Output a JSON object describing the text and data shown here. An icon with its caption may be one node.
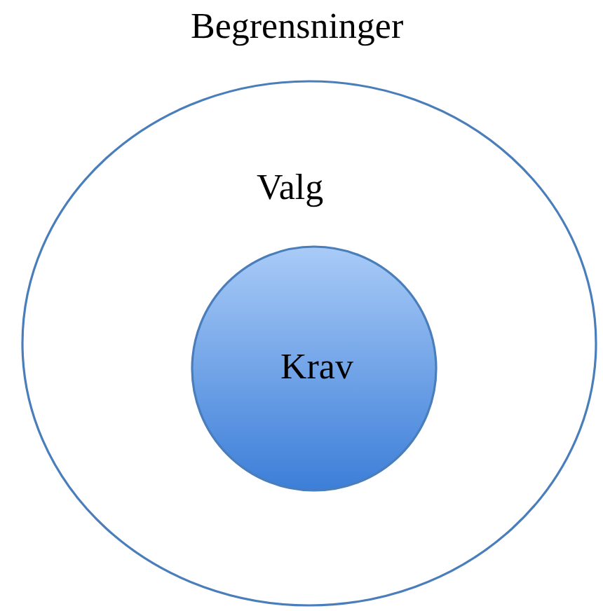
{
  "diagram": {
    "nodes": [
      {
        "text": [
          "Valg"
        ]
      },
      {
        "text": [
          "Krav"
        ],
        "in": 0
      }
    ],
    "labels": [
      "Begrensninger"
    ]
  }
}
